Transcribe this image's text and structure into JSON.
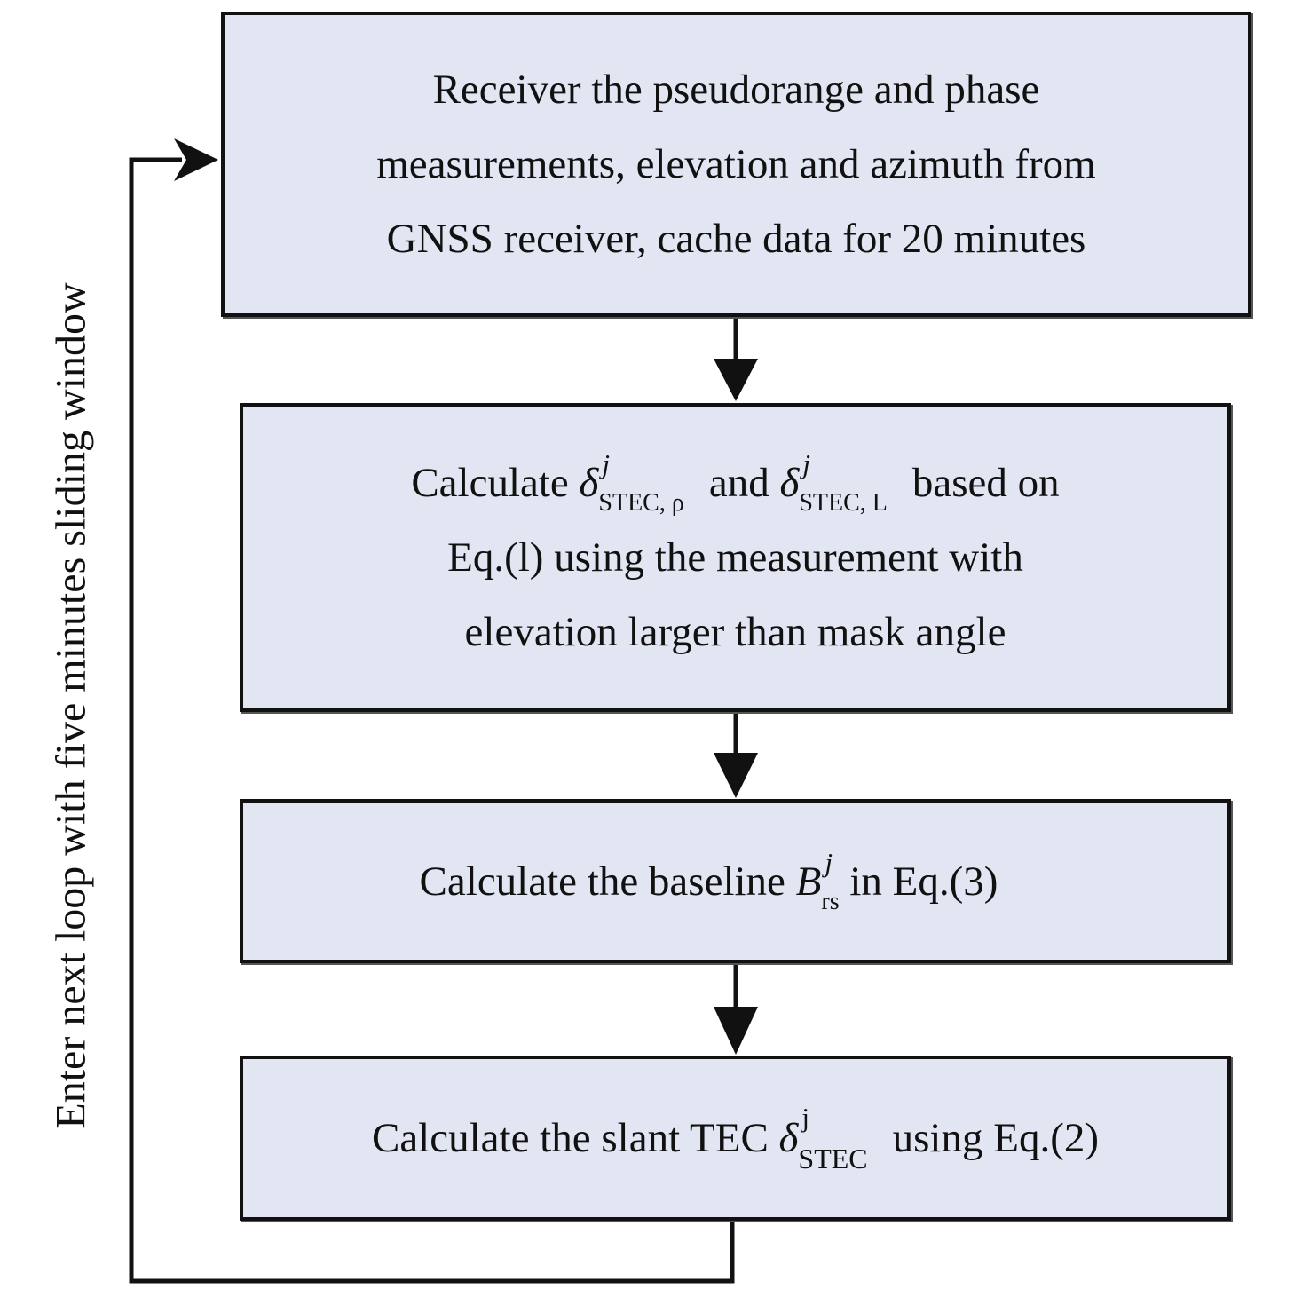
{
  "loop_label": "Enter next loop with five minutes sliding window",
  "steps": [
    {
      "lines": [
        "Receiver the pseudorange and phase",
        "measurements, elevation and azimuth from",
        "GNSS receiver, cache data for 20 minutes"
      ]
    },
    {
      "line1": {
        "prefix": "Calculate ",
        "sym1": "δ",
        "sym1_sup": "j",
        "sym1_sub": "STEC, ρ",
        "middle": "and ",
        "sym2": "δ",
        "sym2_sup": "j",
        "sym2_sub": "STEC, L",
        "suffix": "based on"
      },
      "lines": [
        "Eq.(l) using the measurement with",
        "elevation larger than mask angle"
      ]
    },
    {
      "prefix": "Calculate the baseline ",
      "sym": "B",
      "sym_sup": "j",
      "sym_sub": "rs",
      "suffix": " in Eq.(3)"
    },
    {
      "prefix": "Calculate the slant TEC ",
      "sym": "δ",
      "sym_sup": "j",
      "sym_sub": "STEC",
      "suffix": "using Eq.(2)"
    }
  ]
}
